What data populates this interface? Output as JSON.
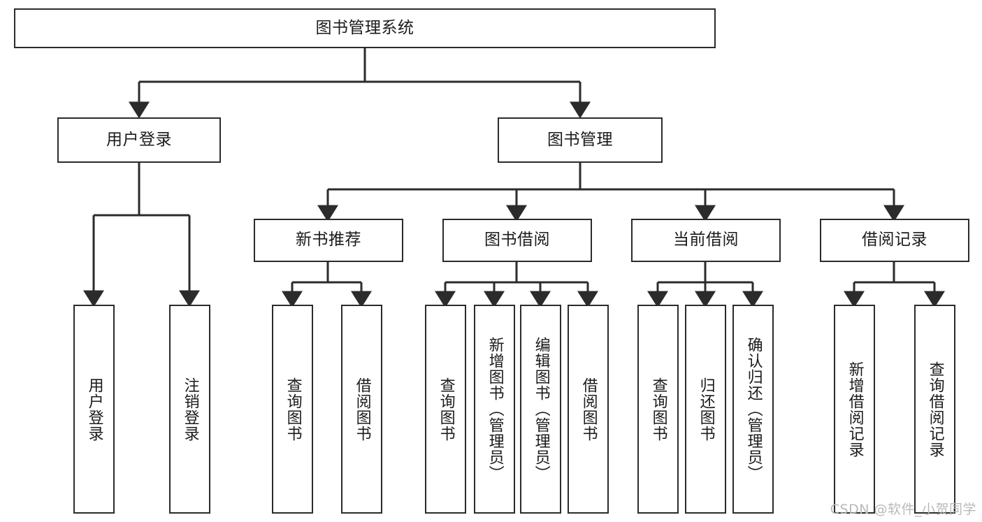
{
  "diagram": {
    "type": "tree",
    "title_node": {
      "id": "root",
      "label": "图书管理系统"
    },
    "level2": [
      {
        "id": "user-login",
        "label": "用户登录"
      },
      {
        "id": "book-manage",
        "label": "图书管理"
      }
    ],
    "level3": [
      {
        "id": "new-book-recommend",
        "label": "新书推荐",
        "parent": "book-manage"
      },
      {
        "id": "book-borrow",
        "label": "图书借阅",
        "parent": "book-manage"
      },
      {
        "id": "current-borrow",
        "label": "当前借阅",
        "parent": "book-manage"
      },
      {
        "id": "borrow-record",
        "label": "借阅记录",
        "parent": "book-manage"
      }
    ],
    "leaves": [
      {
        "id": "leaf-user-login",
        "label": "用户登录",
        "parent": "user-login"
      },
      {
        "id": "leaf-logout-login",
        "label": "注销登录",
        "parent": "user-login"
      },
      {
        "id": "leaf-query-book-1",
        "label": "查询图书",
        "parent": "new-book-recommend"
      },
      {
        "id": "leaf-borrow-book-1",
        "label": "借阅图书",
        "parent": "new-book-recommend"
      },
      {
        "id": "leaf-query-book-2",
        "label": "查询图书",
        "parent": "book-borrow"
      },
      {
        "id": "leaf-add-book",
        "label": "新增图书（管理员）",
        "parent": "book-borrow"
      },
      {
        "id": "leaf-edit-book",
        "label": "编辑图书（管理员）",
        "parent": "book-borrow"
      },
      {
        "id": "leaf-borrow-book-2",
        "label": "借阅图书",
        "parent": "book-borrow"
      },
      {
        "id": "leaf-query-book-3",
        "label": "查询图书",
        "parent": "current-borrow"
      },
      {
        "id": "leaf-return-book",
        "label": "归还图书",
        "parent": "current-borrow"
      },
      {
        "id": "leaf-confirm-return",
        "label": "确认归还（管理员）",
        "parent": "current-borrow"
      },
      {
        "id": "leaf-add-record",
        "label": "新增借阅记录",
        "parent": "borrow-record"
      },
      {
        "id": "leaf-query-record",
        "label": "查询借阅记录",
        "parent": "borrow-record"
      }
    ],
    "colors": {
      "stroke": "#2b2b2b",
      "fill": "#ffffff",
      "text": "#1b1b1b",
      "watermark": "#b9b9b9"
    }
  },
  "watermark": {
    "text": "CSDN @软件_小贺同学"
  }
}
